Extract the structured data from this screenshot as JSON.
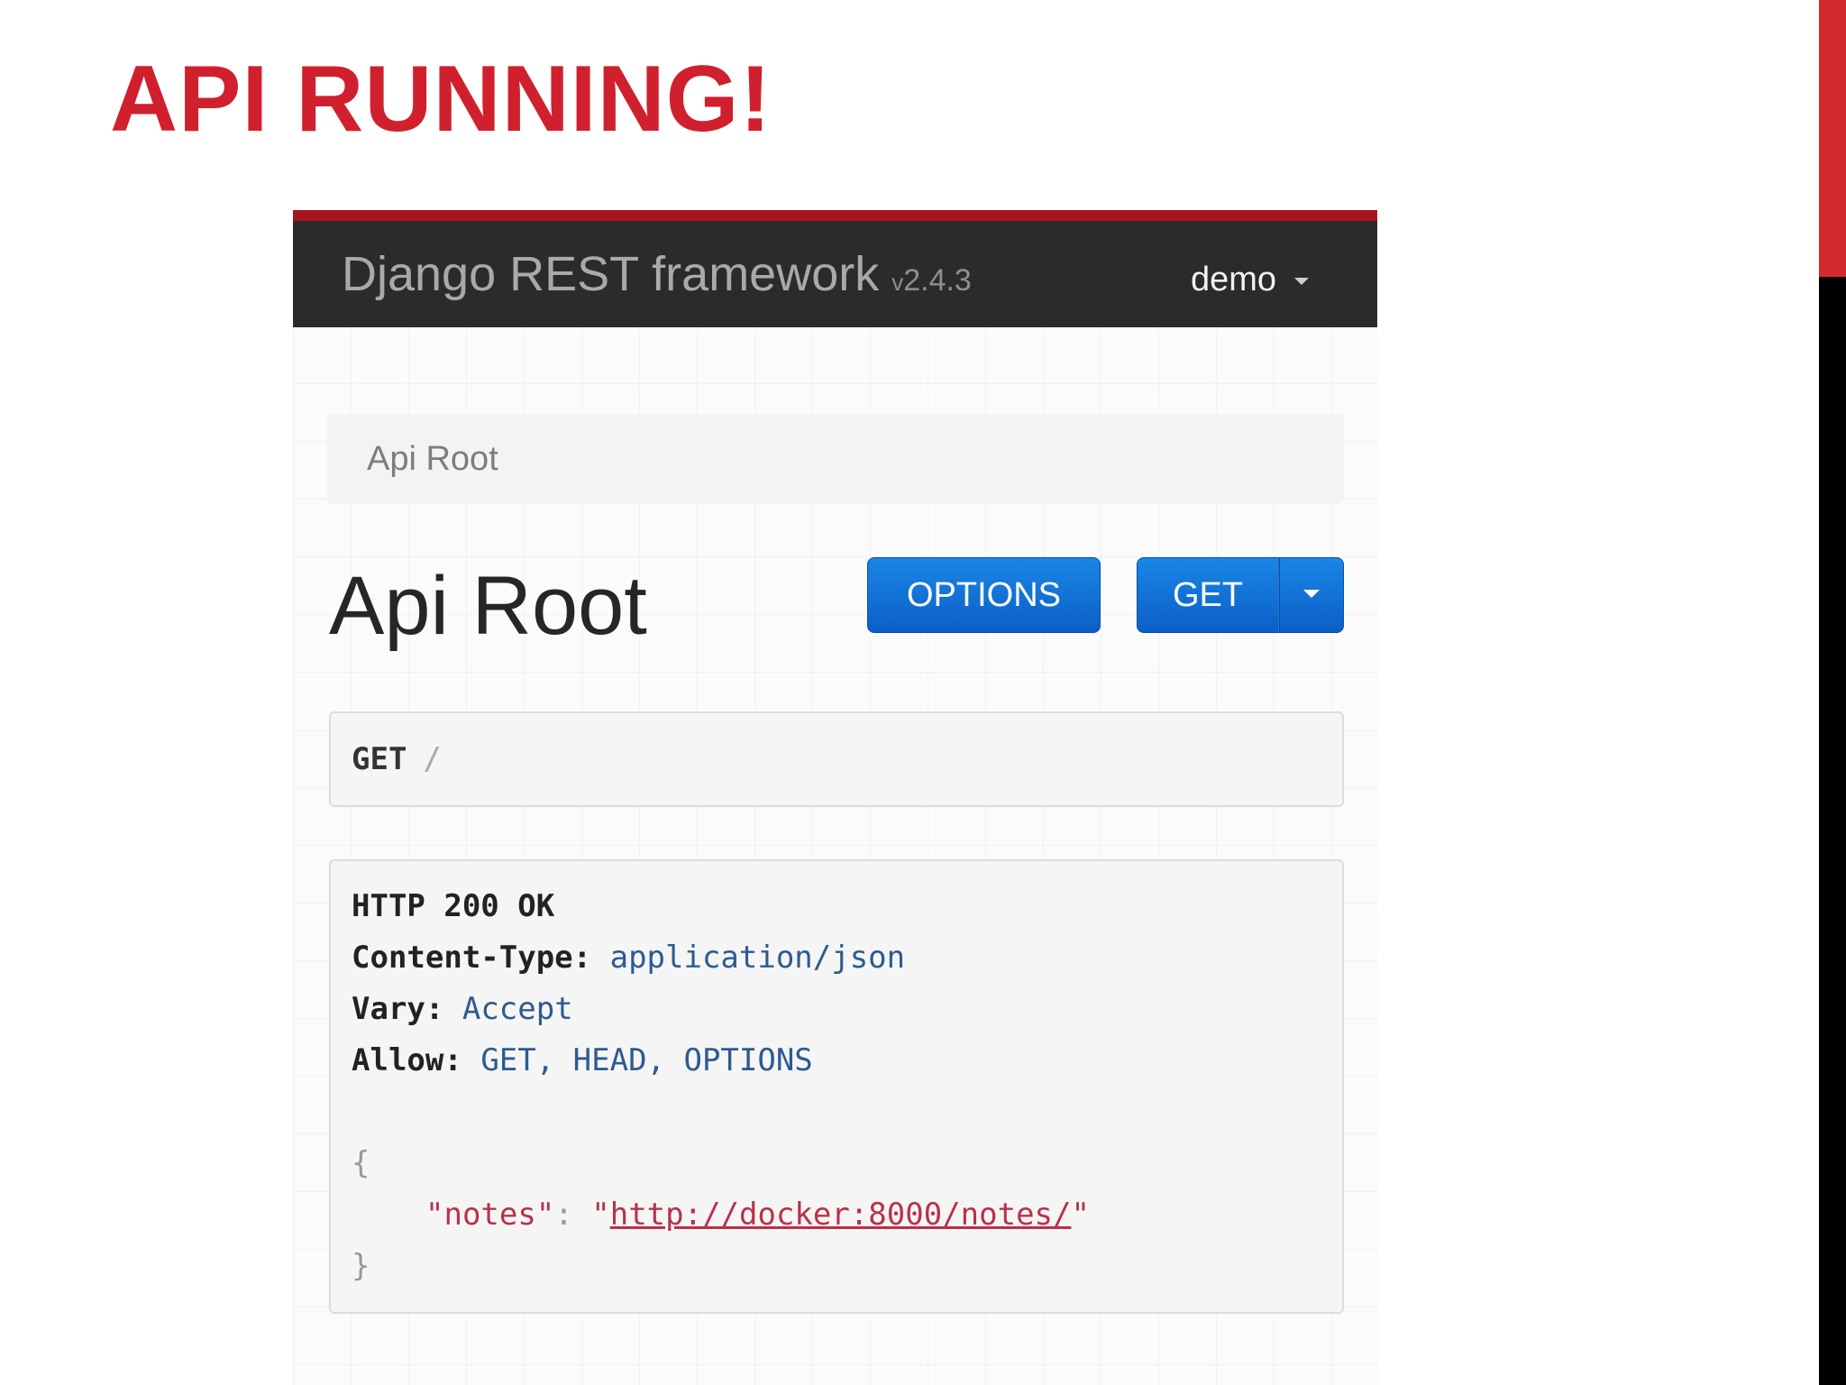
{
  "slide": {
    "title": "API RUNNING!",
    "accent_color": "#d0202e"
  },
  "navbar": {
    "brand": "Django REST framework",
    "version_prefix": "v",
    "version": "2.4.3",
    "user": "demo"
  },
  "breadcrumb": {
    "item": "Api Root"
  },
  "page": {
    "title": "Api Root",
    "options_button": "OPTIONS",
    "get_button": "GET"
  },
  "request": {
    "method": "GET",
    "path": "/"
  },
  "response": {
    "status_line": "HTTP 200 OK",
    "headers": [
      {
        "key": "Content-Type:",
        "value": "application/json"
      },
      {
        "key": "Vary:",
        "value": "Accept"
      },
      {
        "key": "Allow:",
        "value": "GET, HEAD, OPTIONS"
      }
    ],
    "body": {
      "open_brace": "{",
      "key": "\"notes\"",
      "colon": ": ",
      "quote": "\"",
      "url": "http://docker:8000/notes/",
      "close_brace": "}"
    }
  }
}
